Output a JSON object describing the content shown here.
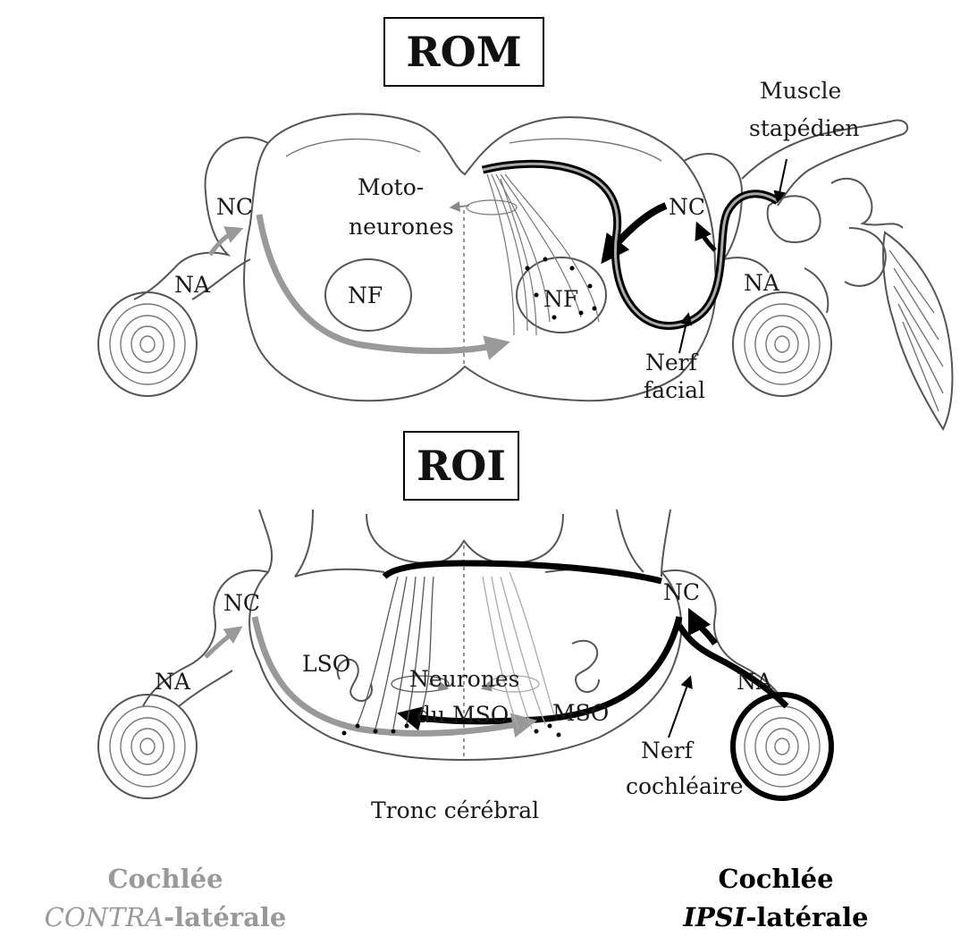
{
  "rom": {
    "title": "ROM",
    "labels": {
      "nc_left": "NC",
      "na_left": "NA",
      "nf_left": "NF",
      "moto_line1": "Moto-",
      "moto_line2": "neurones",
      "nf_right": "NF",
      "nc_right": "NC",
      "na_right": "NA",
      "muscle_line1": "Muscle",
      "muscle_line2": "stapédien",
      "nerf_line1": "Nerf",
      "nerf_line2": "facial"
    }
  },
  "roi": {
    "title": "ROI",
    "labels": {
      "nc_left": "NC",
      "na_left": "NA",
      "lso": "LSO",
      "neurones_line1": "Neurones",
      "neurones_line2": "du MSO",
      "mso": "MSO",
      "nc_right": "NC",
      "na_right": "NA",
      "nerf_line1": "Nerf",
      "nerf_line2": "cochléaire",
      "tronc": "Tronc cérébral"
    }
  },
  "footer": {
    "left_line1": "Cochlée",
    "left_line2_italic": "CONTRA",
    "left_line2_rest": "-latérale",
    "right_line1": "Cochlée",
    "right_line2_italic": "IPSI",
    "right_line2_rest": "-latérale"
  },
  "colors": {
    "contra": "#999999",
    "ipsi": "#000000",
    "outline": "#555555"
  }
}
